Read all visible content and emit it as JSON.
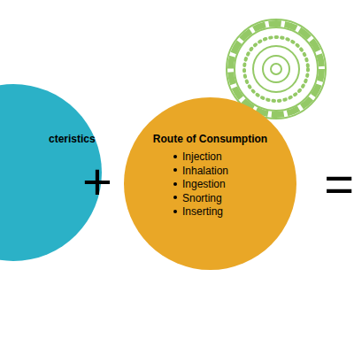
{
  "diagram": {
    "nodes": [
      {
        "text": [
          "cteristics"
        ]
      },
      {
        "text": [
          "Route of Consumption",
          "Injection",
          "Inhalation",
          "Ingestion",
          "Snorting",
          "Inserting"
        ]
      }
    ],
    "labels": [
      "+",
      "="
    ]
  }
}
